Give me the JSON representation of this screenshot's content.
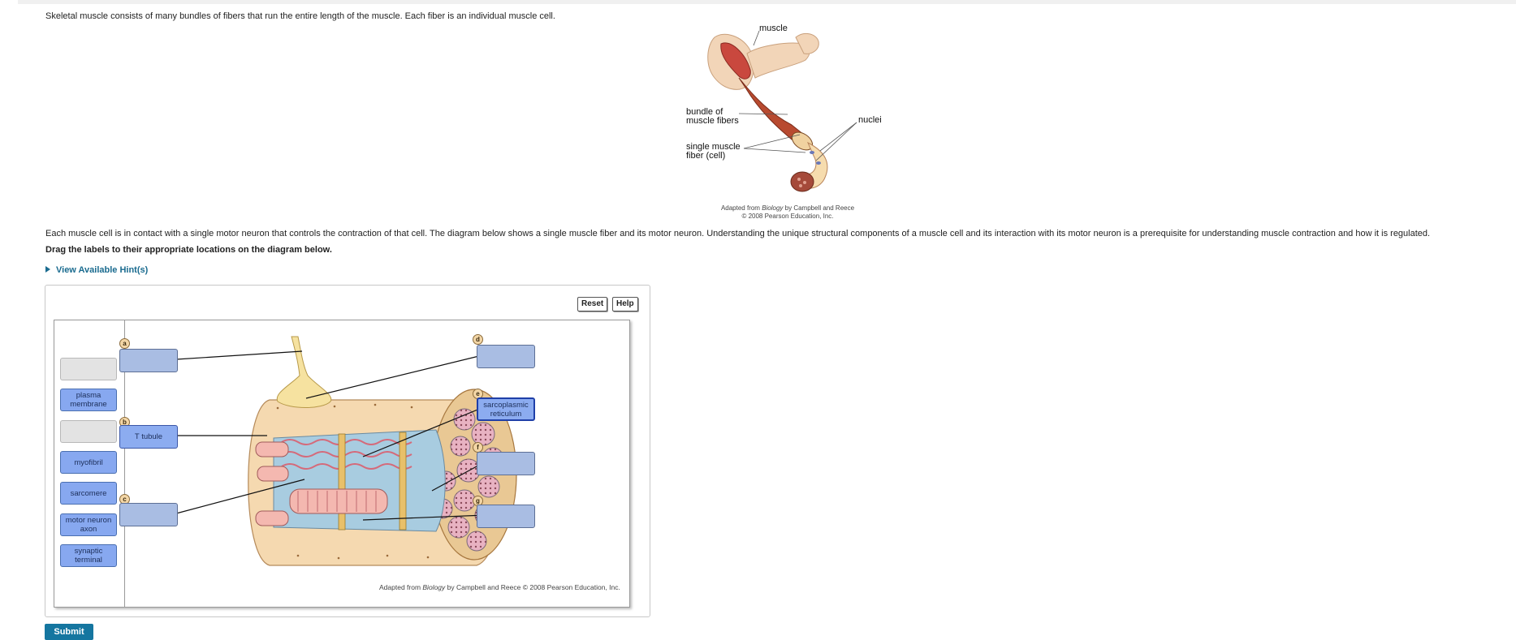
{
  "intro_text": "Skeletal muscle consists of many bundles of fibers that run the entire length of the muscle. Each fiber is an individual muscle cell.",
  "figure1": {
    "label_muscle": "muscle",
    "label_bundle_1": "bundle of",
    "label_bundle_2": "muscle fibers",
    "label_nuclei": "nuclei",
    "label_fiber_1": "single muscle",
    "label_fiber_2": "fiber (cell)",
    "credit_line1_prefix": "Adapted from ",
    "credit_line1_book": "Biology",
    "credit_line1_suffix": " by Campbell and Reece",
    "credit_line2": "© 2008 Pearson Education, Inc."
  },
  "paragraph": "Each muscle cell is in contact with a single motor neuron that controls the contraction of that cell. The diagram below shows a single muscle fiber and its motor neuron. Understanding the unique structural components of a muscle cell and its interaction with its motor neuron is a prerequisite for understanding muscle contraction and how it is regulated.",
  "instructions": "Drag the labels to their appropriate locations on the diagram below.",
  "hint_link": "View Available Hint(s)",
  "buttons": {
    "reset": "Reset",
    "help": "Help",
    "submit": "Submit"
  },
  "label_bank": [
    {
      "text": "",
      "state": "empty"
    },
    {
      "text": "plasma membrane",
      "state": "available"
    },
    {
      "text": "",
      "state": "empty"
    },
    {
      "text": "myofibril",
      "state": "available"
    },
    {
      "text": "sarcomere",
      "state": "available"
    },
    {
      "text": "motor neuron axon",
      "state": "available"
    },
    {
      "text": "synaptic terminal",
      "state": "available"
    }
  ],
  "targets": {
    "a": {
      "letter": "a",
      "placed": ""
    },
    "b": {
      "letter": "b",
      "placed": "T tubule"
    },
    "c": {
      "letter": "c",
      "placed": ""
    },
    "d": {
      "letter": "d",
      "placed": ""
    },
    "e": {
      "letter": "e",
      "placed": "sarcoplasmic reticulum"
    },
    "f": {
      "letter": "f",
      "placed": ""
    },
    "g": {
      "letter": "g",
      "placed": ""
    }
  },
  "diagram_credit_prefix": "Adapted from ",
  "diagram_credit_book": "Biology",
  "diagram_credit_suffix": " by Campbell and Reece © 2008 Pearson Education, Inc.",
  "colors": {
    "chip": "#87a8f0",
    "target": "#a9bde3",
    "link": "#1a6b8f",
    "submit": "#1576a0"
  }
}
